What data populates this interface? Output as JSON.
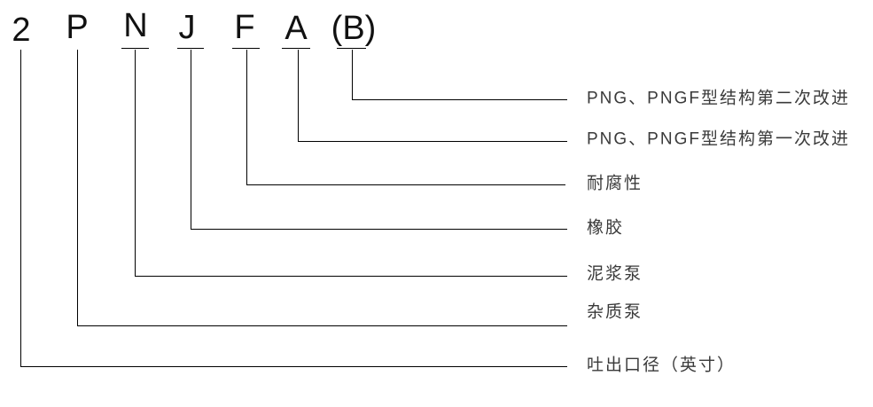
{
  "diagram": {
    "description": "pump model designation code diagram",
    "code_chars": [
      {
        "char": "2",
        "label": "吐出口径（英寸）"
      },
      {
        "char": "P",
        "label": "杂质泵"
      },
      {
        "char": "N",
        "label": "泥浆泵"
      },
      {
        "char": "J",
        "label": "橡胶"
      },
      {
        "char": "F",
        "label": "耐腐性"
      },
      {
        "char": "A",
        "label": "PNG、PNGF型结构第一次改进"
      },
      {
        "char": "(B)",
        "label": "PNG、PNGF型结构第二次改进"
      }
    ],
    "colors": {
      "background": "#ffffff",
      "line": "#000000",
      "code_text": "#111111",
      "label_text": "#3a3a3a"
    }
  }
}
